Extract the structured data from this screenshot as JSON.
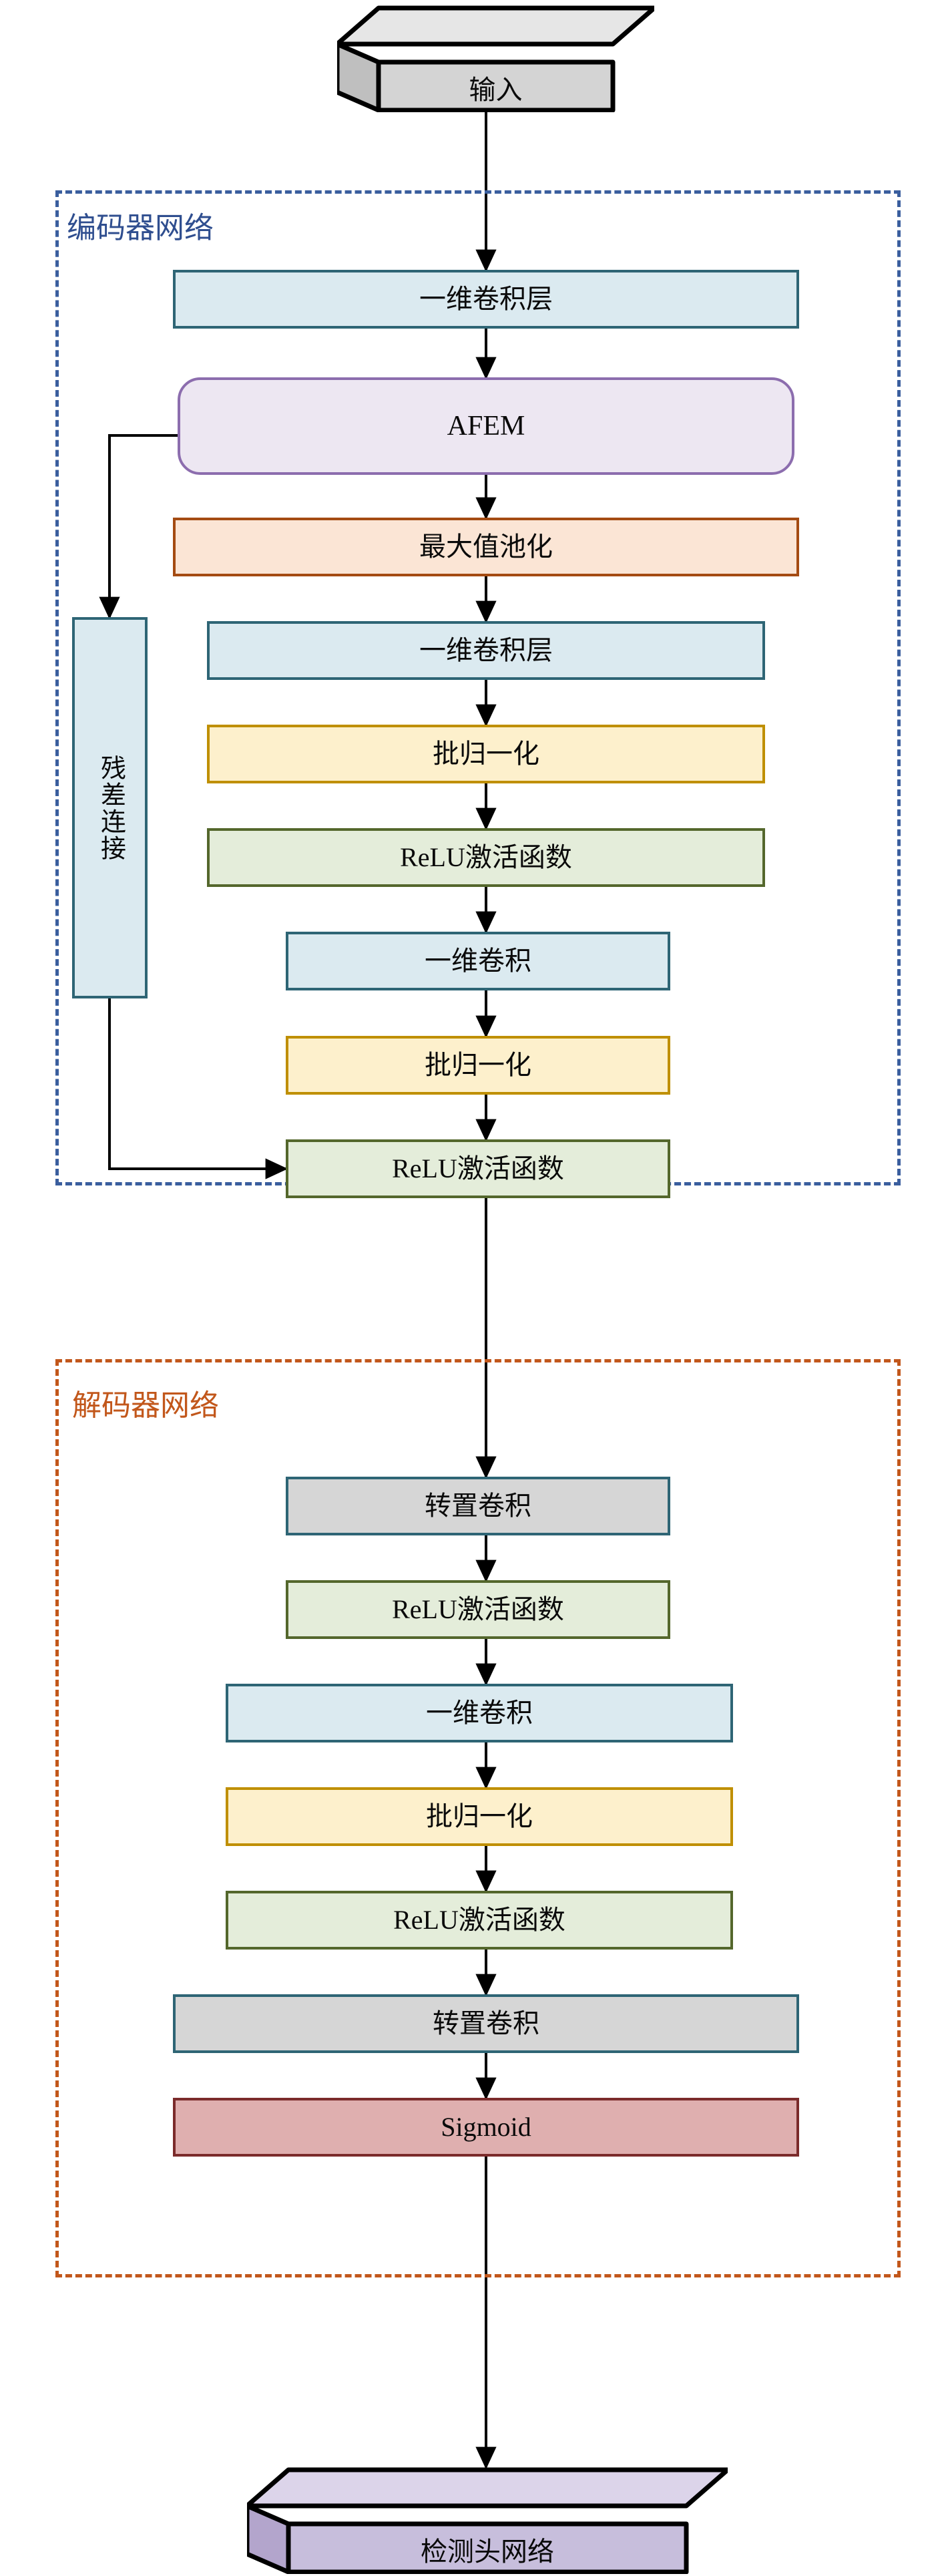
{
  "diagram": {
    "title_alt": "Encoder-Decoder 1D CNN architecture flowchart",
    "colors": {
      "encoder_frame": "#3A5E9E",
      "decoder_frame": "#C2571B",
      "conv_fill": "#DBEAF0",
      "conv_border": "#2E6575",
      "afem_fill": "#EDE7F2",
      "afem_border": "#8C6DAE",
      "pool_fill": "#FBE5D5",
      "pool_border": "#A44B12",
      "bn_fill": "#FDF0CC",
      "bn_border": "#BF8F00",
      "relu_fill": "#E4EDDA",
      "relu_border": "#54672C",
      "gray_fill": "#D6D6D6",
      "sigmoid_fill": "#DFAFAF",
      "sigmoid_border": "#7B2B2B",
      "input_face": "#D4D4D4",
      "output_face": "#C7BEDC",
      "arrow": "#000000"
    }
  },
  "input_node": {
    "label": "输入",
    "shape": "3d-box"
  },
  "output_node": {
    "label": "检测头网络",
    "shape": "3d-box"
  },
  "encoder": {
    "title": "编码器网络",
    "nodes": [
      {
        "id": "enc-conv1",
        "label": "一维卷积层",
        "style": "conv"
      },
      {
        "id": "enc-afem",
        "label": "AFEM",
        "style": "afem"
      },
      {
        "id": "enc-pool",
        "label": "最大值池化",
        "style": "pool"
      },
      {
        "id": "enc-conv2",
        "label": "一维卷积层",
        "style": "conv"
      },
      {
        "id": "enc-bn1",
        "label": "批归一化",
        "style": "bn"
      },
      {
        "id": "enc-relu1",
        "label": "ReLU激活函数",
        "style": "relu"
      },
      {
        "id": "enc-conv3",
        "label": "一维卷积",
        "style": "conv"
      },
      {
        "id": "enc-bn2",
        "label": "批归一化",
        "style": "bn"
      },
      {
        "id": "enc-relu2",
        "label": "ReLU激活函数",
        "style": "relu"
      }
    ],
    "residual": {
      "label": "残差连接",
      "style": "conv",
      "orientation": "vertical"
    }
  },
  "decoder": {
    "title": "解码器网络",
    "nodes": [
      {
        "id": "dec-tconv1",
        "label": "转置卷积",
        "style": "gray"
      },
      {
        "id": "dec-relu1",
        "label": "ReLU激活函数",
        "style": "relu"
      },
      {
        "id": "dec-conv1",
        "label": "一维卷积",
        "style": "conv"
      },
      {
        "id": "dec-bn1",
        "label": "批归一化",
        "style": "bn"
      },
      {
        "id": "dec-relu2",
        "label": "ReLU激活函数",
        "style": "relu"
      },
      {
        "id": "dec-tconv2",
        "label": "转置卷积",
        "style": "gray"
      },
      {
        "id": "dec-sigmoid",
        "label": "Sigmoid",
        "style": "sigmoid"
      }
    ]
  },
  "flow": {
    "edges": [
      "输入 → 一维卷积层",
      "一维卷积层 → AFEM",
      "AFEM → 最大值池化",
      "AFEM → 残差连接",
      "最大值池化 → 一维卷积层",
      "一维卷积层 → 批归一化",
      "批归一化 → ReLU激活函数",
      "ReLU激活函数 → 一维卷积",
      "一维卷积 → 批归一化",
      "批归一化 → ReLU激活函数",
      "残差连接 → ReLU激活函数",
      "ReLU激活函数 → 转置卷积",
      "转置卷积 → ReLU激活函数",
      "ReLU激活函数 → 一维卷积",
      "一维卷积 → 批归一化",
      "批归一化 → ReLU激活函数",
      "ReLU激活函数 → 转置卷积",
      "转置卷积 → Sigmoid",
      "Sigmoid → 检测头网络"
    ]
  }
}
